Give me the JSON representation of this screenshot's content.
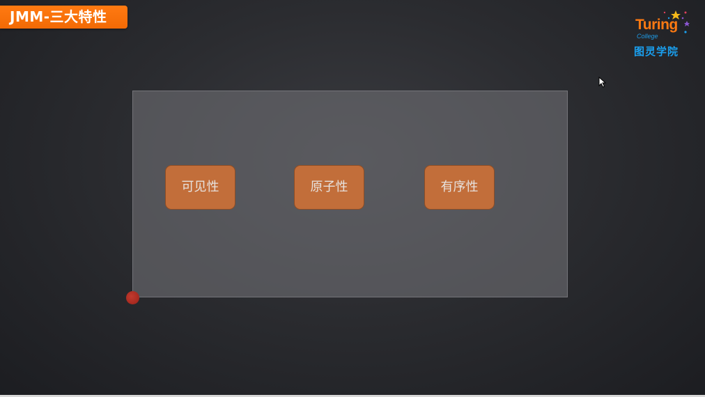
{
  "slide": {
    "title": "JMM-三大特性",
    "boxes": [
      {
        "label": "可见性"
      },
      {
        "label": "原子性"
      },
      {
        "label": "有序性"
      }
    ]
  },
  "logo": {
    "brand": "Turing",
    "sub": "College",
    "cn": "图灵学院"
  },
  "colors": {
    "title_bg": "#f26a05",
    "box_fill": "#c26e3a",
    "logo_orange": "#ff7a12",
    "logo_blue": "#1aa0f0",
    "pointer_dot": "#b22d22"
  },
  "icons": {
    "cursor": "mouse-pointer-icon",
    "pointer_dot": "laser-pointer-dot"
  }
}
